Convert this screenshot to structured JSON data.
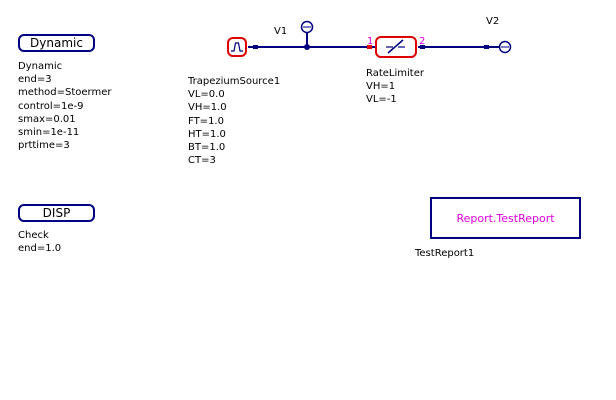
{
  "blocks": {
    "dynamic": {
      "title": "Dynamic",
      "params": [
        "Dynamic",
        "end=3",
        "method=Stoermer",
        "control=1e-9",
        "smax=0.01",
        "smin=1e-11",
        "prttime=3"
      ]
    },
    "disp": {
      "title": "DISP",
      "params": [
        "Check",
        "end=1.0"
      ]
    },
    "trapezium": {
      "params": [
        "TrapeziumSource1",
        "VL=0.0",
        "VH=1.0",
        "FT=1.0",
        "HT=1.0",
        "BT=1.0",
        "CT=3"
      ]
    },
    "ratelimiter": {
      "params": [
        "RateLimiter",
        "VH=1",
        "VL=-1"
      ],
      "port_in": "1",
      "port_out": "2"
    },
    "report": {
      "label": "Report.TestReport",
      "name": "TestReport1"
    }
  },
  "nodes": {
    "v1": "V1",
    "v2": "V2"
  },
  "colors": {
    "wire": "#000080",
    "component": "#e00000",
    "port": "#e000e0"
  }
}
